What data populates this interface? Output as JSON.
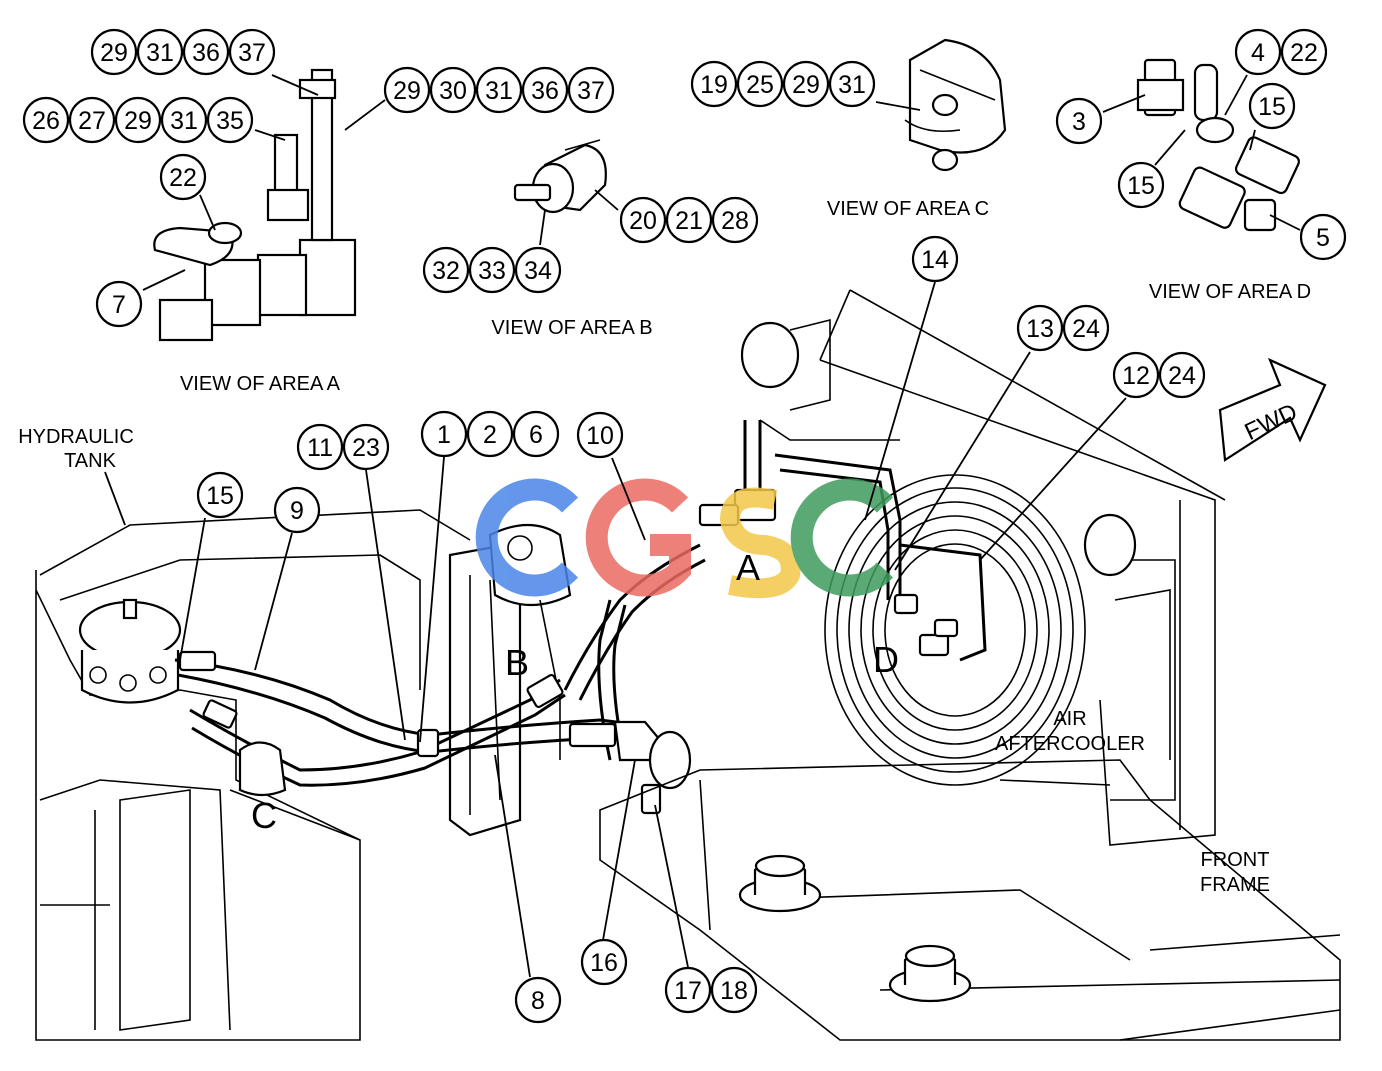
{
  "views": {
    "area_a": "VIEW OF AREA A",
    "area_b": "VIEW OF AREA B",
    "area_c": "VIEW OF AREA C",
    "area_d": "VIEW OF AREA D"
  },
  "labels": {
    "hydraulic_tank_1": "HYDRAULIC",
    "hydraulic_tank_2": "TANK",
    "air_aftercooler_1": "AIR",
    "air_aftercooler_2": "AFTERCOOLER",
    "front_frame_1": "FRONT",
    "front_frame_2": "FRAME",
    "fwd": "FWD"
  },
  "area_letters": {
    "a": "A",
    "b": "B",
    "c": "C",
    "d": "D"
  },
  "callouts": {
    "g1": [
      "29",
      "31",
      "36",
      "37"
    ],
    "g2": [
      "26",
      "27",
      "29",
      "31",
      "35"
    ],
    "g3": [
      "22"
    ],
    "g4": [
      "7"
    ],
    "g5": [
      "29",
      "30",
      "31",
      "36",
      "37"
    ],
    "g6": [
      "20",
      "21",
      "28"
    ],
    "g7": [
      "32",
      "33",
      "34"
    ],
    "g8": [
      "19",
      "25",
      "29",
      "31"
    ],
    "g9": [
      "3"
    ],
    "g10": [
      "4",
      "22"
    ],
    "g11": [
      "15"
    ],
    "g12": [
      "15"
    ],
    "g13": [
      "5"
    ],
    "g14": [
      "14"
    ],
    "g15": [
      "13",
      "24"
    ],
    "g16": [
      "12",
      "24"
    ],
    "g17": [
      "15"
    ],
    "g18": [
      "9"
    ],
    "g19": [
      "11",
      "23"
    ],
    "g20": [
      "1",
      "2",
      "6"
    ],
    "g21": [
      "10"
    ],
    "g22": [
      "8"
    ],
    "g23": [
      "16"
    ],
    "g24": [
      "17",
      "18"
    ]
  },
  "watermark": "CGSC",
  "colors": {
    "line": "#000000",
    "background": "#ffffff",
    "watermark_blue": "#4a86e8",
    "watermark_red": "#ea6b62",
    "watermark_yellow": "#f3c84a",
    "watermark_green": "#3f9c5f"
  }
}
